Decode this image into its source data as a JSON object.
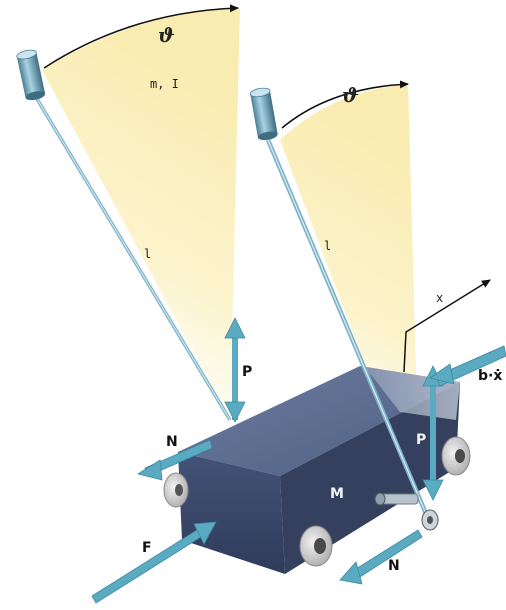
{
  "labels": {
    "theta1": "ϑ",
    "theta2": "ϑ",
    "mass_inertia": "m, I",
    "length1": "l",
    "length2": "l",
    "x_axis": "x",
    "damping": "b·ẋ",
    "force_p1": "P",
    "force_p2": "P",
    "normal1": "N",
    "normal2": "N",
    "cart_mass": "M",
    "input_force": "F"
  },
  "colors": {
    "cart_top": "#5f6f91",
    "cart_front": "#3b4a6d",
    "cart_side": "#2c3650",
    "arrow": "#5aaac2",
    "rod": "#7fb2c6",
    "wheel": "#d9d9d9",
    "swing_wedge": "#fbf3c8"
  }
}
